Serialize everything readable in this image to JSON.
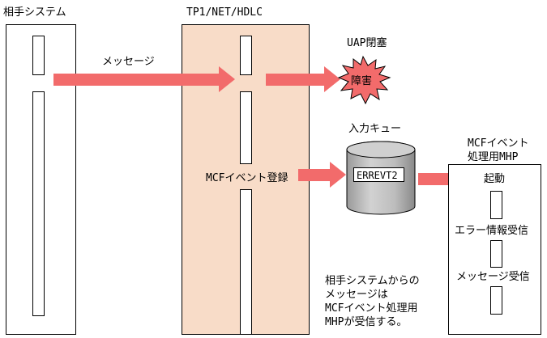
{
  "labels": {
    "partner_system": "相手システム",
    "tp1": "TP1/NET/HDLC",
    "message": "メッセージ",
    "uap_blocked": "UAP閉塞",
    "fault": "障害",
    "input_queue": "入力キュー",
    "errevt2": "ERREVT2",
    "mcf_event_register": "MCFイベント登録",
    "mhp_title_line1": "MCFイベント",
    "mhp_title_line2": "処理用MHP",
    "start": "起動",
    "error_info_receive": "エラー情報受信",
    "message_receive": "メッセージ受信"
  },
  "note": [
    "相手システムからの",
    "メッセージは",
    "MCFイベント処理用",
    "MHPが受信する。"
  ],
  "colors": {
    "arrow": "#f26b6b",
    "tp1_fill": "#f8dcc8",
    "drum_fill": "#b4b4b4",
    "burst_fill": "#f26b6b",
    "stroke": "#000000"
  }
}
